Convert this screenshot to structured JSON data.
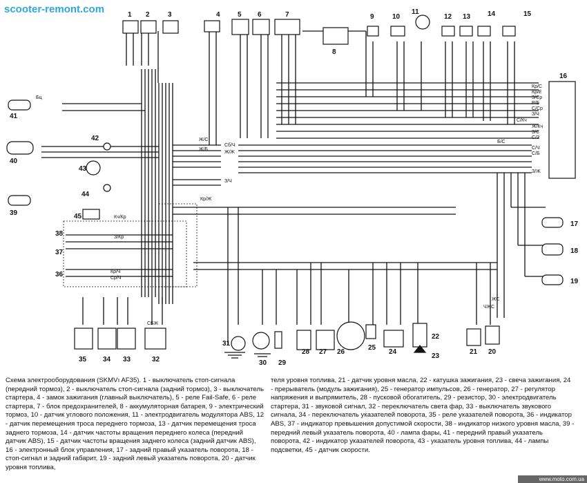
{
  "header": {
    "site": "scooter-remont.com"
  },
  "footer": {
    "site": "www.moto.com.ua"
  },
  "diagram": {
    "component_numbers": [
      "1",
      "2",
      "3",
      "4",
      "5",
      "6",
      "7",
      "8",
      "9",
      "10",
      "11",
      "12",
      "13",
      "14",
      "15",
      "16",
      "17",
      "18",
      "19",
      "20",
      "21",
      "22",
      "23",
      "24",
      "25",
      "26",
      "27",
      "28",
      "29",
      "30",
      "31",
      "32",
      "33",
      "34",
      "35",
      "36",
      "37",
      "38",
      "39",
      "40",
      "41",
      "42",
      "43",
      "44",
      "45"
    ],
    "wire_labels": {
      "kr_c": "Кр/С",
      "kr_e": "Кр/Е",
      "z_cr": "З/Ср",
      "r_b": "Р/Б",
      "s_cr": "С/Ср",
      "z_ch": "З/Ч",
      "s_kch": "С/Кч",
      "j_kch": "Ж/Кч",
      "z_s": "З/С",
      "s_z": "С/З",
      "b_s": "Б/С",
      "s_ch": "С/Ч",
      "s_b": "С/Б",
      "z_j": "З/Ж",
      "zh_s": "Ж/С",
      "zh_b": "Ж/Б",
      "kch_kr": "Кч/Кр",
      "z_kr": "З/Кр",
      "kr_ch": "Кр/Ч",
      "sr_ch": "Ср/Ч",
      "bc": "Бц",
      "sb_ch": "Сб/Ч",
      "zh_zh": "Ж/Ж",
      "z_ch2": "З/Ч",
      "kr_j": "Кр/Ж",
      "cbj": "СБЖ",
      "jc": "ЖС",
      "chjs": "ЧЖС"
    }
  },
  "caption": {
    "title": "Схема электрооборудования (SKMVı AF35).",
    "left": "1 - выключатель стоп-сигнала (передний тормоз), 2 - выключатель стоп-сигнала (задний тормоз), 3 - выключатель стартера, 4 - замок зажигания (главный выключатель), 5 - реле Fail-Safe, 6 - реле стартера, 7 - блок предохранителей, 8 - аккумуляторная батарея, 9 - электрический тормоз, 10 - датчик углового положения, 11 - электродвигатель модулятора ABS, 12 - датчик перемещения троса переднего тормоза, 13 - датчик перемещения троса заднего тормоза, 14 - датчик частоты вращения переднего колеса (передний датчик ABS), 15 - датчик частоты вращения заднего колеса (задний датчик ABS), 16 - электронный блок управления, 17 - задний правый указатель поворота, 18 - стоп-сигнал и задний габарит, 19 - задний левый указатель поворота, 20 - датчик уровня топлива,",
    "right": "теля уровня топлива, 21 - датчик уровня масла, 22 - катушка зажигания, 23 - свеча зажигания, 24 - прерыватель (модуль зажигания), 25 - генератор импульсов, 26 - генератор, 27 - регулятор напряжения и выпрямитель, 28 - пусковой обогатитель, 29 - резистор, 30 - электродвигатель стартера, 31 - звуковой сигнал, 32 - переключатель света фар, 33 - выключатель звукового сигнала, 34 - переключатель указателей поворота, 35 - реле указателей поворота, 36 - индикатор ABS, 37 - индикатор превышения допустимой скорости, 38 - индикатор низкого уровня масла, 39 - передний левый указатель поворота, 40 - лампа фары, 41 - передний правый указатель поворота, 42 - индикатор указателей поворота, 43 - указатель уровня топлива, 44 - лампы подсветки, 45 - датчик скорости."
  }
}
